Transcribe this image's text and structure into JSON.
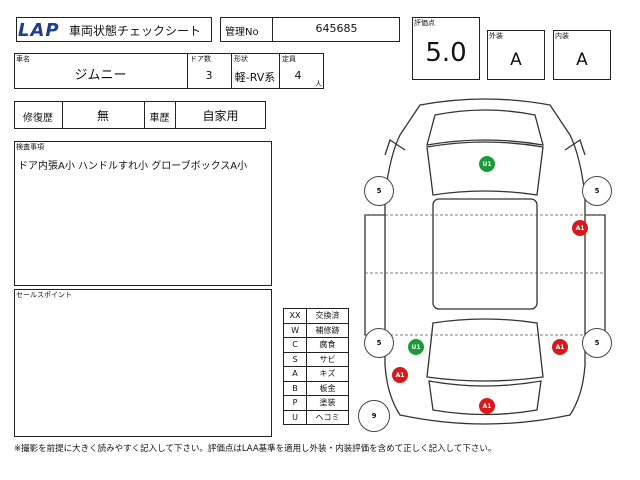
{
  "header": {
    "logo": "LAP",
    "title": "車両状態チェックシート",
    "management_label": "管理No",
    "management_no": "645685"
  },
  "grade": {
    "score_label": "評価点",
    "score": "5.0",
    "exterior_label": "外装",
    "exterior": "A",
    "interior_label": "内装",
    "interior": "A"
  },
  "vehicle": {
    "name_label": "車名",
    "name": "ジムニー",
    "doors_label": "ドア数",
    "doors": "3",
    "shape_label": "形状",
    "shape": "軽-RV系",
    "capacity_label": "定員",
    "capacity": "4",
    "capacity_unit": "人"
  },
  "history": {
    "repair_label": "修復歴",
    "repair": "無",
    "usage_label": "車歴",
    "usage": "自家用"
  },
  "inspection": {
    "label": "検査事項",
    "text": "ドア内張A小 ハンドルすれ小 グローブボックスA小"
  },
  "sales_points": {
    "label": "セールスポイント",
    "text": ""
  },
  "legend": [
    {
      "code": "XX",
      "meaning": "交換済"
    },
    {
      "code": "W",
      "meaning": "補修跡"
    },
    {
      "code": "C",
      "meaning": "腐食"
    },
    {
      "code": "S",
      "meaning": "サビ"
    },
    {
      "code": "A",
      "meaning": "キズ"
    },
    {
      "code": "B",
      "meaning": "板金"
    },
    {
      "code": "P",
      "meaning": "塗装"
    },
    {
      "code": "U",
      "meaning": "ヘコミ"
    }
  ],
  "diagram": {
    "tire_marks": [
      "5",
      "5",
      "5",
      "5",
      "9"
    ],
    "damage_marks": [
      "U1",
      "A1",
      "U1",
      "A1",
      "A1",
      "A1"
    ],
    "colors": {
      "red": "#d7191c",
      "green": "#1a9a3a"
    }
  },
  "footer": "※撮影を前提に大きく読みやすく記入して下さい。評価点はLAA基準を適用し外装・内装評価を含めて正しく記入して下さい。"
}
